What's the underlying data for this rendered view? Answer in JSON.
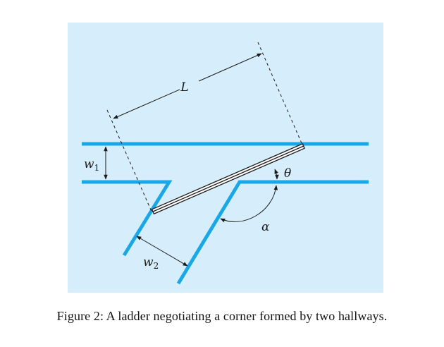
{
  "figure": {
    "background_color": "#d6eefb",
    "wall_color": "#1aa7e6",
    "labels": {
      "length": "L",
      "width_top_var": "w",
      "width_top_sub": "1",
      "width_bottom_var": "w",
      "width_bottom_sub": "2",
      "theta": "θ",
      "alpha": "α"
    }
  },
  "caption": "Figure 2: A ladder negotiating a corner formed by two hallways."
}
